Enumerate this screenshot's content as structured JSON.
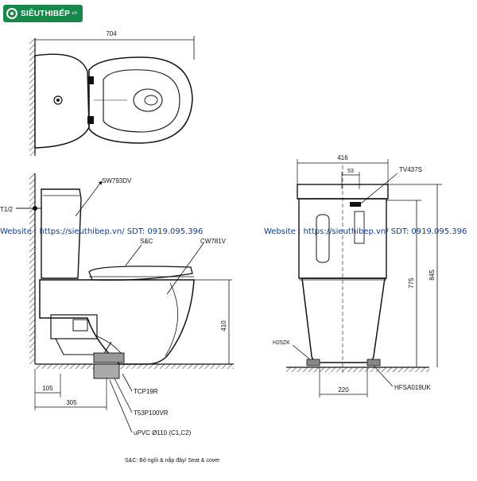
{
  "logo": {
    "brand": "SIÊUTHIBẾP",
    "suffix": ".vn"
  },
  "watermark": {
    "left": "Website : https://sieuthibep.vn/  SDT: 0919.095.396",
    "right": "Website : https://sieuthibep.vn/  SDT: 0919.095.396"
  },
  "top_view": {
    "width": "704"
  },
  "side_view": {
    "tank_model": "SW793DV",
    "seat_cover": "S&C",
    "bowl_model": "CW781V",
    "left_tag": "T1/2",
    "height": "410",
    "offset": "105",
    "rough_in": "305",
    "parts": [
      "TCP19R",
      "T53P100VR",
      "uPVC Ø110 (C1,C2)"
    ]
  },
  "front_view": {
    "width": "416",
    "inner_width": "53",
    "valve_model": "TV437S",
    "base_width": "220",
    "height_tank": "775",
    "height_total": "845",
    "floor_part_left": "H25ZK",
    "floor_part_right": "HFSA019UK"
  },
  "caption": "S&C: Bộ ngồi & nắp đậy/ Seat & cover"
}
